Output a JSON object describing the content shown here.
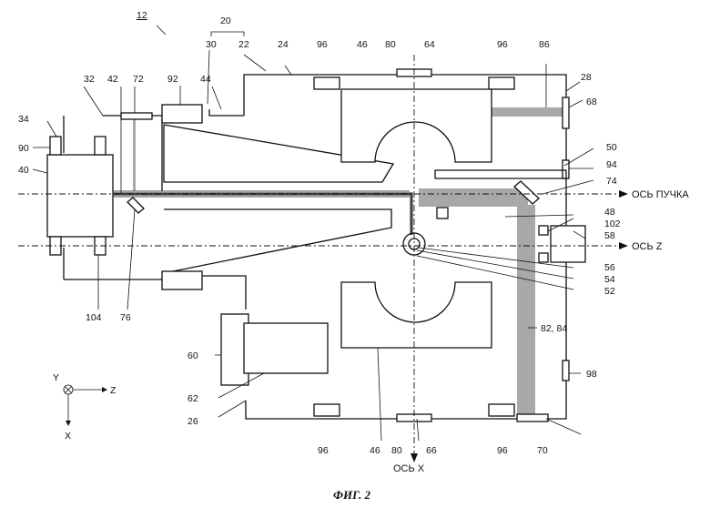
{
  "figure": {
    "caption": "ФИГ. 2",
    "axes": {
      "beam_axis": "ОСЬ ПУЧКА",
      "z_axis": "ОСЬ Z",
      "x_axis": "ОСЬ X"
    },
    "coord_legend": {
      "y": "Y",
      "z": "Z",
      "x": "X"
    },
    "labels": {
      "l12": "12",
      "l20": "20",
      "l30": "30",
      "l22": "22",
      "l24": "24",
      "l96a": "96",
      "l46a": "46",
      "l80a": "80",
      "l64": "64",
      "l96b": "96",
      "l86": "86",
      "l28": "28",
      "l68": "68",
      "l32": "32",
      "l42": "42",
      "l72": "72",
      "l92": "92",
      "l44": "44",
      "l34": "34",
      "l90": "90",
      "l40": "40",
      "l50": "50",
      "l94": "94",
      "l74": "74",
      "l48": "48",
      "l102": "102",
      "l58": "58",
      "l56": "56",
      "l54": "54",
      "l52": "52",
      "l104": "104",
      "l76": "76",
      "l60": "60",
      "l62": "62",
      "l26": "26",
      "l8284": "82, 84",
      "l98": "98",
      "l96c": "96",
      "l46b": "46",
      "l80b": "80",
      "l66": "66",
      "l96d": "96",
      "l70": "70"
    }
  }
}
